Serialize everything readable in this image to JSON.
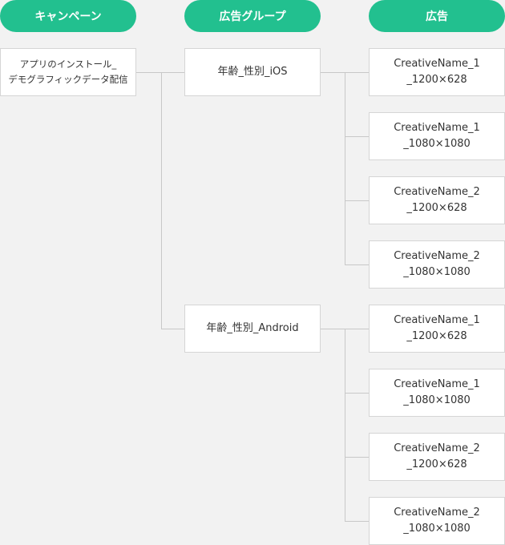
{
  "headers": {
    "campaign": "キャンペーン",
    "ad_group": "広告グループ",
    "ad": "広告"
  },
  "campaign": {
    "line1": "アプリのインストール_",
    "line2": "デモグラフィックデータ配信"
  },
  "ad_groups": [
    {
      "label": "年齢_性別_iOS"
    },
    {
      "label": "年齢_性別_Android"
    }
  ],
  "ads": [
    {
      "line1": "CreativeName_1",
      "line2": "_1200×628"
    },
    {
      "line1": "CreativeName_1",
      "line2": "_1080×1080"
    },
    {
      "line1": "CreativeName_2",
      "line2": "_1200×628"
    },
    {
      "line1": "CreativeName_2",
      "line2": "_1080×1080"
    },
    {
      "line1": "CreativeName_1",
      "line2": "_1200×628"
    },
    {
      "line1": "CreativeName_1",
      "line2": "_1080×1080"
    },
    {
      "line1": "CreativeName_2",
      "line2": "_1200×628"
    },
    {
      "line1": "CreativeName_2",
      "line2": "_1080×1080"
    }
  ],
  "colors": {
    "accent": "#22c08f",
    "background": "#f2f2f2",
    "connector": "#c8c8c8"
  }
}
